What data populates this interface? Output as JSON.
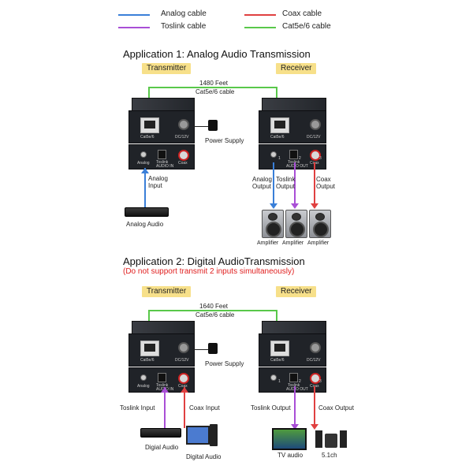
{
  "legend": {
    "analog": "Analog cable",
    "toslink": "Toslink cable",
    "coax": "Coax cable",
    "cat": "Cat5e/6 cable"
  },
  "colors": {
    "analog": "#3a7fd8",
    "toslink": "#a94fd6",
    "coax": "#e04040",
    "cat": "#59c84a"
  },
  "app1": {
    "title": "Application 1: Analog Audio Transmission",
    "transmitter": "Transmitter",
    "receiver": "Receiver",
    "distance": "1480 Feet",
    "cable": "Cat5e/6 cable",
    "power_supply": "Power Supply",
    "analog_input_l1": "Analog",
    "analog_input_l2": "Input",
    "source": "Analog Audio",
    "out_analog_l1": "Analog",
    "out_analog_l2": "Output",
    "out_toslink_l1": "Toslink",
    "out_toslink_l2": "Output",
    "out_coax_l1": "Coax",
    "out_coax_l2": "Output",
    "amp": "Amplifier"
  },
  "app2": {
    "title": "Application 2: Digital AudioTransmission",
    "warning": "(Do not support transmit 2 inputs simultaneously)",
    "transmitter": "Transmitter",
    "receiver": "Receiver",
    "distance": "1640 Feet",
    "cable": "Cat5e/6 cable",
    "power_supply": "Power Supply",
    "toslink_input": "Toslink Input",
    "coax_input": "Coax Input",
    "toslink_output": "Toslink Output",
    "coax_output": "Coax Output",
    "src1": "Digial Audio",
    "src2": "Digital Audio",
    "dst1": "TV audio",
    "dst2": "5.1ch"
  },
  "device": {
    "port_cat": "Cat5e/6",
    "port_dc": "DC/12V",
    "port_analog": "Analog",
    "port_toslink": "Toslink",
    "port_coax": "Coax",
    "audio_in": "AUDIO IN",
    "audio_out": "AUDIO OUT",
    "n1": "1",
    "n2": "2",
    "n3": "3"
  }
}
